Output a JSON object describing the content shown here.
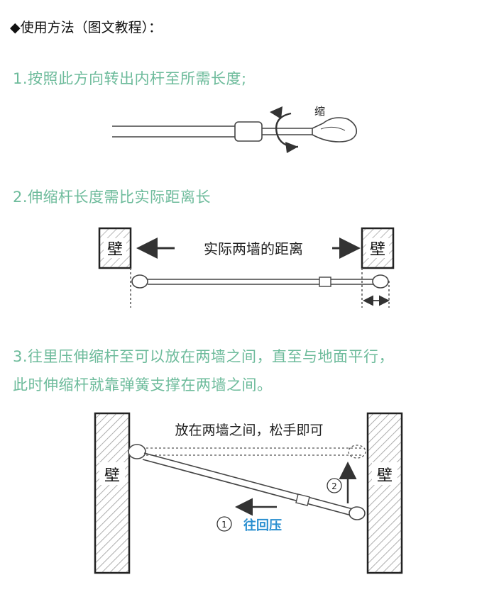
{
  "title": "◆使用方法（图文教程）：",
  "steps": {
    "step1": "1.按照此方向转出内杆至所需长度;",
    "step2": "2.伸缩杆长度需比实际距离长",
    "step3_line1": "3.往里压伸缩杆至可以放在两墙之间，直至与地面平行，",
    "step3_line2": "此时伸缩杆就靠弹簧支撑在两墙之间。"
  },
  "fig1": {
    "shrink_label": "缩"
  },
  "fig2": {
    "wall_left": "壁",
    "wall_right": "壁",
    "distance_label": "实际两墙的距离"
  },
  "fig3": {
    "wall_left": "壁",
    "wall_right": "壁",
    "place_label": "放在两墙之间，松手即可",
    "num1": "1",
    "num2": "2",
    "press_label": "往回压"
  },
  "colors": {
    "step_text": "#6dbb9b",
    "press_text": "#2a8fd0",
    "line": "#444444"
  }
}
